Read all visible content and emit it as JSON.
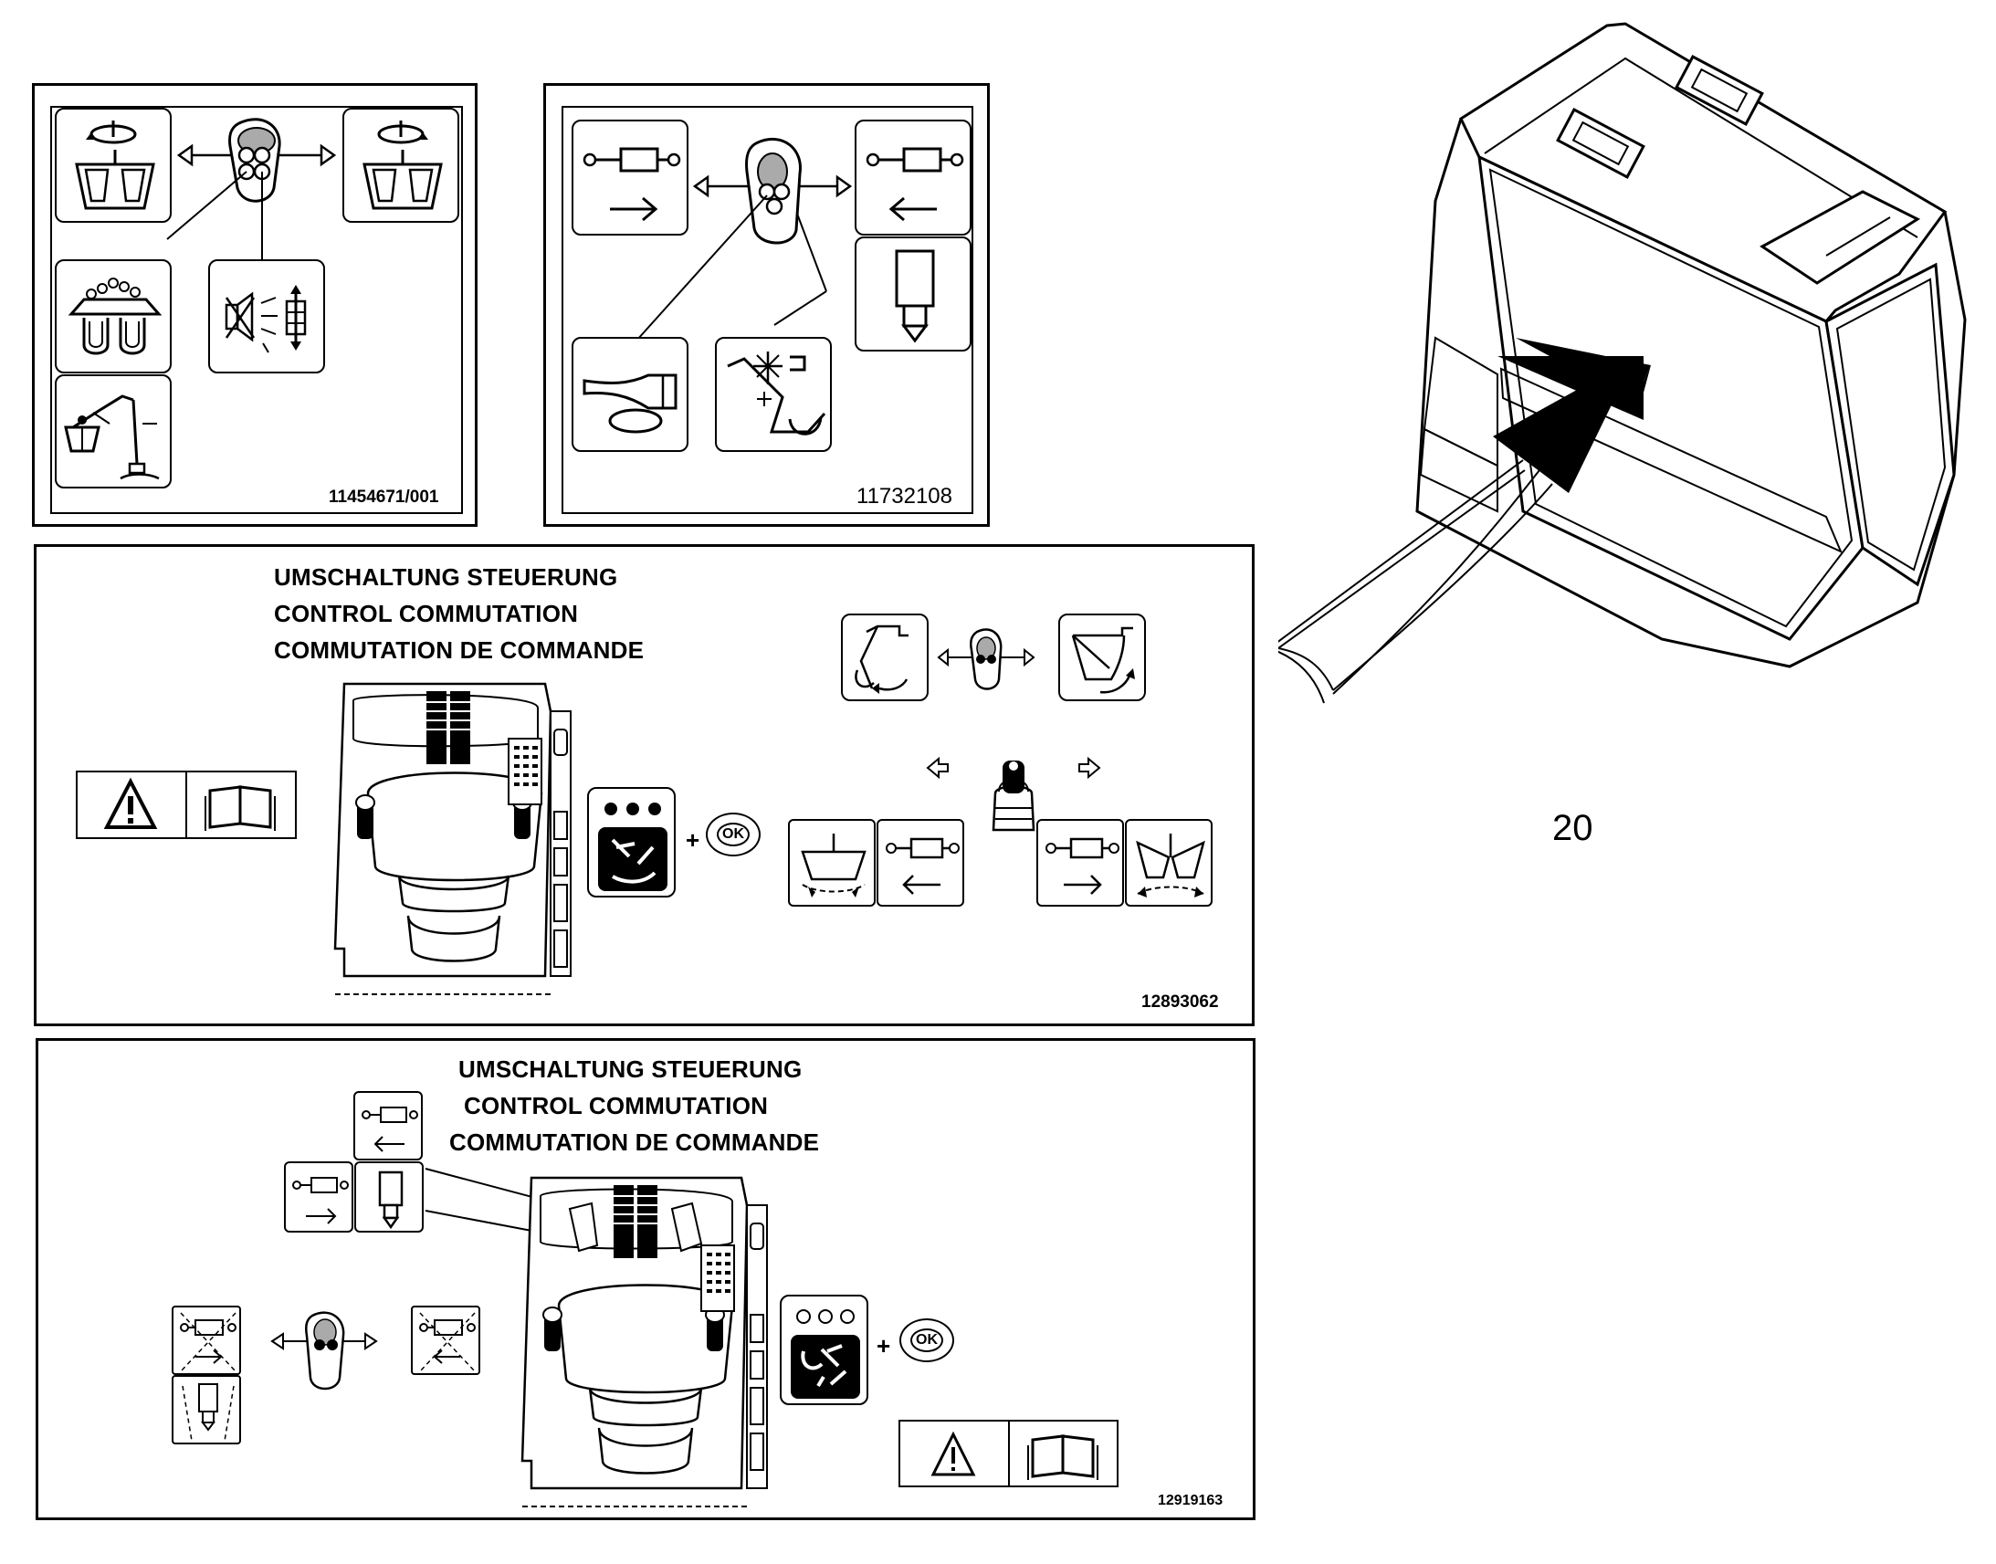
{
  "callout_number": "20",
  "decals": [
    {
      "id": "decal-1",
      "code": "11454671/001"
    },
    {
      "id": "decal-2",
      "code": "11732108"
    },
    {
      "id": "decal-3",
      "code": "12893062",
      "title_lines": [
        "UMSCHALTUNG STEUERUNG",
        "CONTROL COMMUTATION",
        "COMMUTATION DE COMMANDE"
      ],
      "button_label": "OK",
      "plus": "+"
    },
    {
      "id": "decal-4",
      "code": "12919163",
      "title_lines": [
        "UMSCHALTUNG STEUERUNG",
        "CONTROL COMMUTATION",
        "COMMUTATION DE COMMANDE"
      ],
      "button_label": "OK",
      "plus": "+"
    }
  ],
  "icons": [
    "rotate-left-icon",
    "rotate-right-icon",
    "joystick-icon",
    "grapple-icon",
    "mute-horn-icon",
    "crane-grab-icon",
    "cylinder-extend-icon",
    "cylinder-retract-icon",
    "horn-icon",
    "boom-icon",
    "warning-icon",
    "manual-book-icon",
    "cab-icon",
    "control-mode-icon"
  ]
}
